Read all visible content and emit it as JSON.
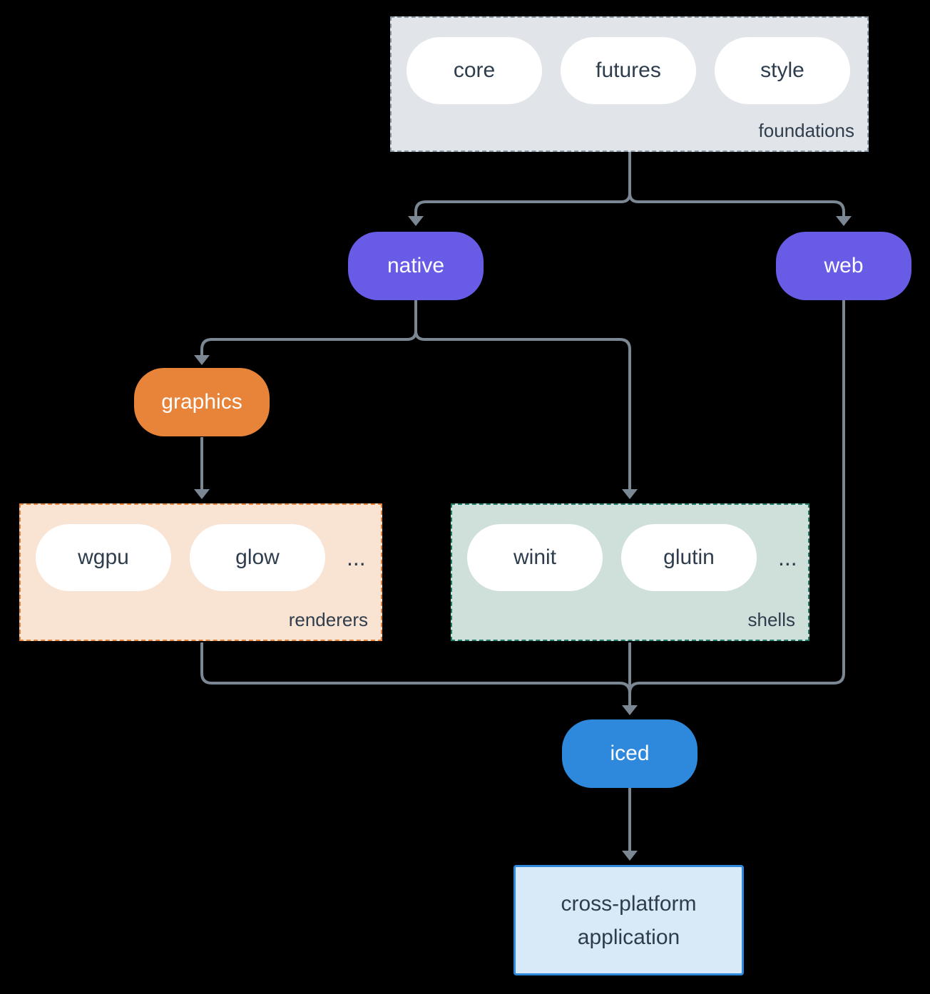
{
  "colors": {
    "background": "#000000",
    "connector": "#7b8894",
    "purple_node": "#685ce6",
    "orange_node": "#e8833a",
    "blue_node": "#2e89dc",
    "foundations_fill": "#e1e5e9",
    "foundations_border": "#8b99a6",
    "renderers_fill": "#f9e3d3",
    "renderers_border": "#e8833a",
    "shells_fill": "#cfe0da",
    "shells_border": "#1e7b68",
    "application_fill": "#d8e9f8",
    "application_border": "#2e89dc",
    "dark_text": "#2e3d4e",
    "pill_fill": "#ffffff"
  },
  "groups": {
    "foundations": {
      "label": "foundations",
      "items": [
        "core",
        "futures",
        "style"
      ]
    },
    "renderers": {
      "label": "renderers",
      "items": [
        "wgpu",
        "glow"
      ],
      "ellipsis": "..."
    },
    "shells": {
      "label": "shells",
      "items": [
        "winit",
        "glutin"
      ],
      "ellipsis": "..."
    }
  },
  "nodes": {
    "native": {
      "label": "native"
    },
    "web": {
      "label": "web"
    },
    "graphics": {
      "label": "graphics"
    },
    "iced": {
      "label": "iced"
    }
  },
  "application": {
    "line1": "cross-platform",
    "line2": "application"
  }
}
